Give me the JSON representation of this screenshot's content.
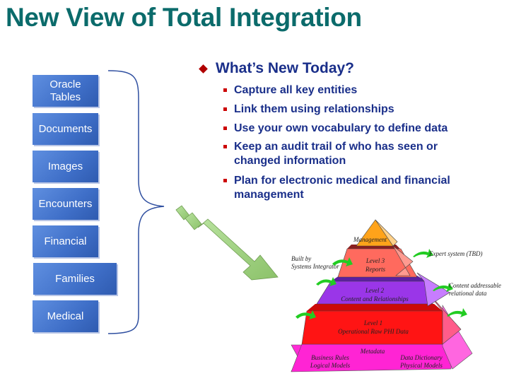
{
  "title": "New View of Total Integration",
  "boxes": [
    {
      "line1": "Oracle",
      "line2": "Tables"
    },
    {
      "line1": "Documents",
      "line2": ""
    },
    {
      "line1": "Images",
      "line2": ""
    },
    {
      "line1": "Encounters",
      "line2": ""
    },
    {
      "line1": "Financial",
      "line2": ""
    },
    {
      "line1": "Families",
      "line2": ""
    },
    {
      "line1": "Medical",
      "line2": ""
    }
  ],
  "heading": "What’s New Today?",
  "bullets": [
    "Capture all key entities",
    "Link them using relationships",
    "Use your own vocabulary to define data",
    "Keep an audit trail of who has seen or changed information",
    "Plan for electronic medical and financial management"
  ],
  "pyramid": {
    "top": "Management",
    "level3": {
      "line1": "Level 3",
      "line2": "Reports"
    },
    "level2": {
      "line1": "Level 2",
      "line2": "Content and Relationships"
    },
    "level1": {
      "line1": "Level 1",
      "line2": "Operational Raw PHI Data"
    },
    "base_center": "Metadata",
    "base_left": {
      "line1": "Business Rules",
      "line2": "Logical Models"
    },
    "base_right": {
      "line1": "Data Dictionary",
      "line2": "Physical Models"
    },
    "note_left": {
      "line1": "Built by",
      "line2": "Systems Integrator"
    },
    "note_expert": "Expert system (TBD)",
    "note_content": {
      "line1": "Content addressable",
      "line2": "relational data"
    }
  },
  "colors": {
    "title": "#0b6b6b",
    "box": "#4a7bd6",
    "text_blue": "#1a2f8a",
    "bullet_red": "#cc0000",
    "arrow": "#9ccf7e",
    "level_top": "#ffa31a",
    "level3": "#ff6a5e",
    "level2": "#9a33e6",
    "level1": "#ff1010",
    "base": "#ff20d8"
  }
}
